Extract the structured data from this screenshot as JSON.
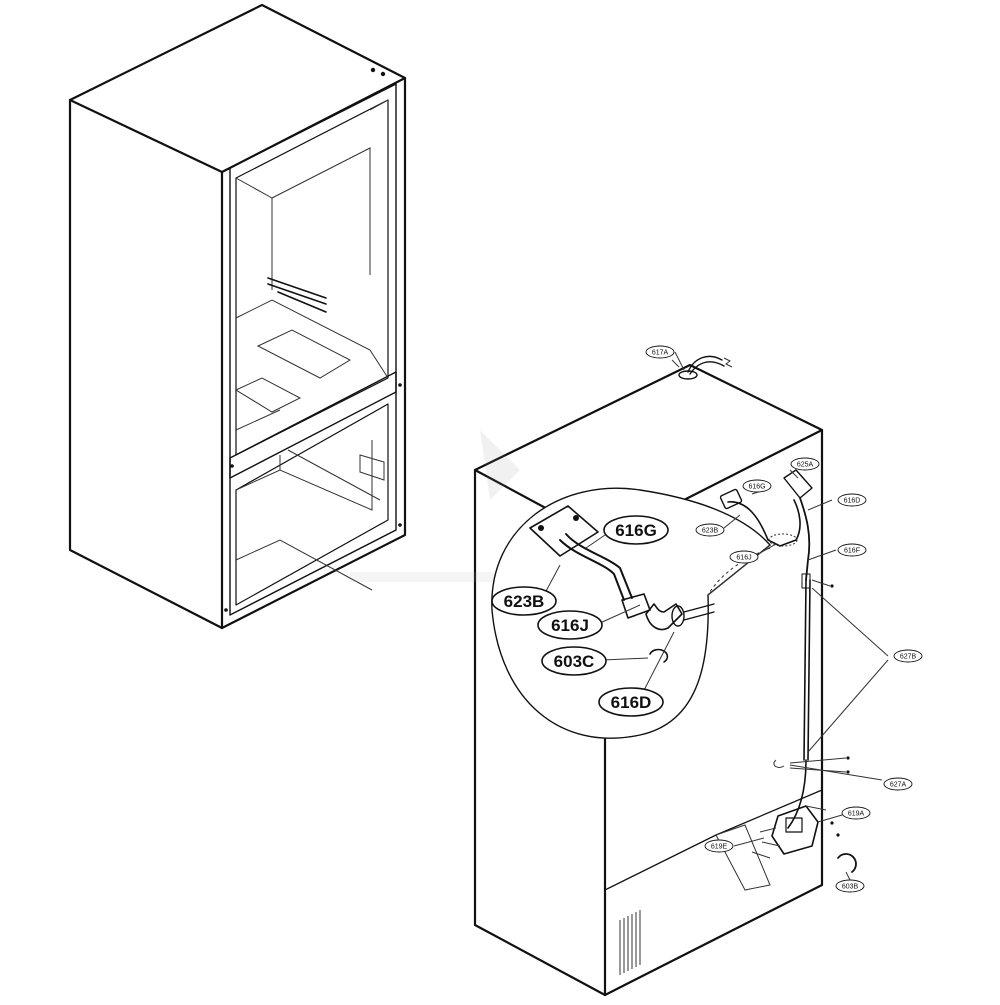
{
  "diagram": {
    "callouts_large": [
      {
        "id": "616g",
        "text": "616G"
      },
      {
        "id": "623b",
        "text": "623B"
      },
      {
        "id": "616j",
        "text": "616J"
      },
      {
        "id": "603c",
        "text": "603C"
      },
      {
        "id": "616d",
        "text": "616D"
      }
    ],
    "callouts_small": [
      {
        "id": "617a",
        "text": "617A"
      },
      {
        "id": "625a",
        "text": "625A"
      },
      {
        "id": "616g",
        "text": "616G"
      },
      {
        "id": "616d",
        "text": "616D"
      },
      {
        "id": "623b",
        "text": "623B"
      },
      {
        "id": "616j",
        "text": "616J"
      },
      {
        "id": "616f",
        "text": "616F"
      },
      {
        "id": "627b",
        "text": "627B"
      },
      {
        "id": "627a",
        "text": "627A"
      },
      {
        "id": "619a",
        "text": "619A"
      },
      {
        "id": "619e",
        "text": "619E"
      },
      {
        "id": "603b",
        "text": "603B"
      }
    ]
  }
}
